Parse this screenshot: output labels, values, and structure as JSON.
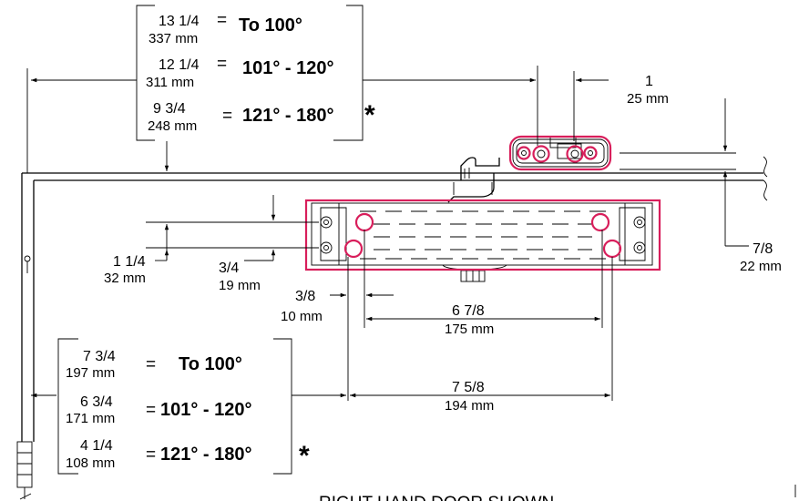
{
  "top_table": {
    "rows": [
      {
        "frac": "13 1/4",
        "eq": "=",
        "mm": "337 mm",
        "range": "To 100°"
      },
      {
        "frac": "12 1/4",
        "eq": "=",
        "mm": "311 mm",
        "range": "101° - 120°"
      },
      {
        "frac": "9 3/4",
        "eq": "=",
        "mm": "248 mm",
        "range": "121° - 180°"
      }
    ],
    "asterisk": "*"
  },
  "bottom_table": {
    "rows": [
      {
        "frac": "7 3/4",
        "eq": "=",
        "mm": "197 mm",
        "range": "To 100°"
      },
      {
        "frac": "6 3/4",
        "eq": "=",
        "mm": "171 mm",
        "range": "101° - 120°"
      },
      {
        "frac": "4 1/4",
        "eq": "=",
        "mm": "108 mm",
        "range": "121° - 180°"
      }
    ],
    "asterisk": "*"
  },
  "dimensions": {
    "arm_offset": {
      "frac": "1",
      "mm": "25 mm"
    },
    "bracket_drop": {
      "frac": "7/8",
      "mm": "22 mm"
    },
    "hole_row_spacing": {
      "frac": "1 1/4",
      "mm": "32 mm"
    },
    "body_top_offset": {
      "frac": "3/4",
      "mm": "19 mm"
    },
    "hole_edge_offset": {
      "frac": "3/8",
      "mm": "10 mm"
    },
    "inner_hole_span": {
      "frac": "6 7/8",
      "mm": "175 mm"
    },
    "outer_hole_span": {
      "frac": "7 5/8",
      "mm": "194 mm"
    }
  },
  "caption": "RIGHT HAND DOOR SHOWN",
  "colors": {
    "highlight": "#d81e5b",
    "line": "#000000"
  }
}
